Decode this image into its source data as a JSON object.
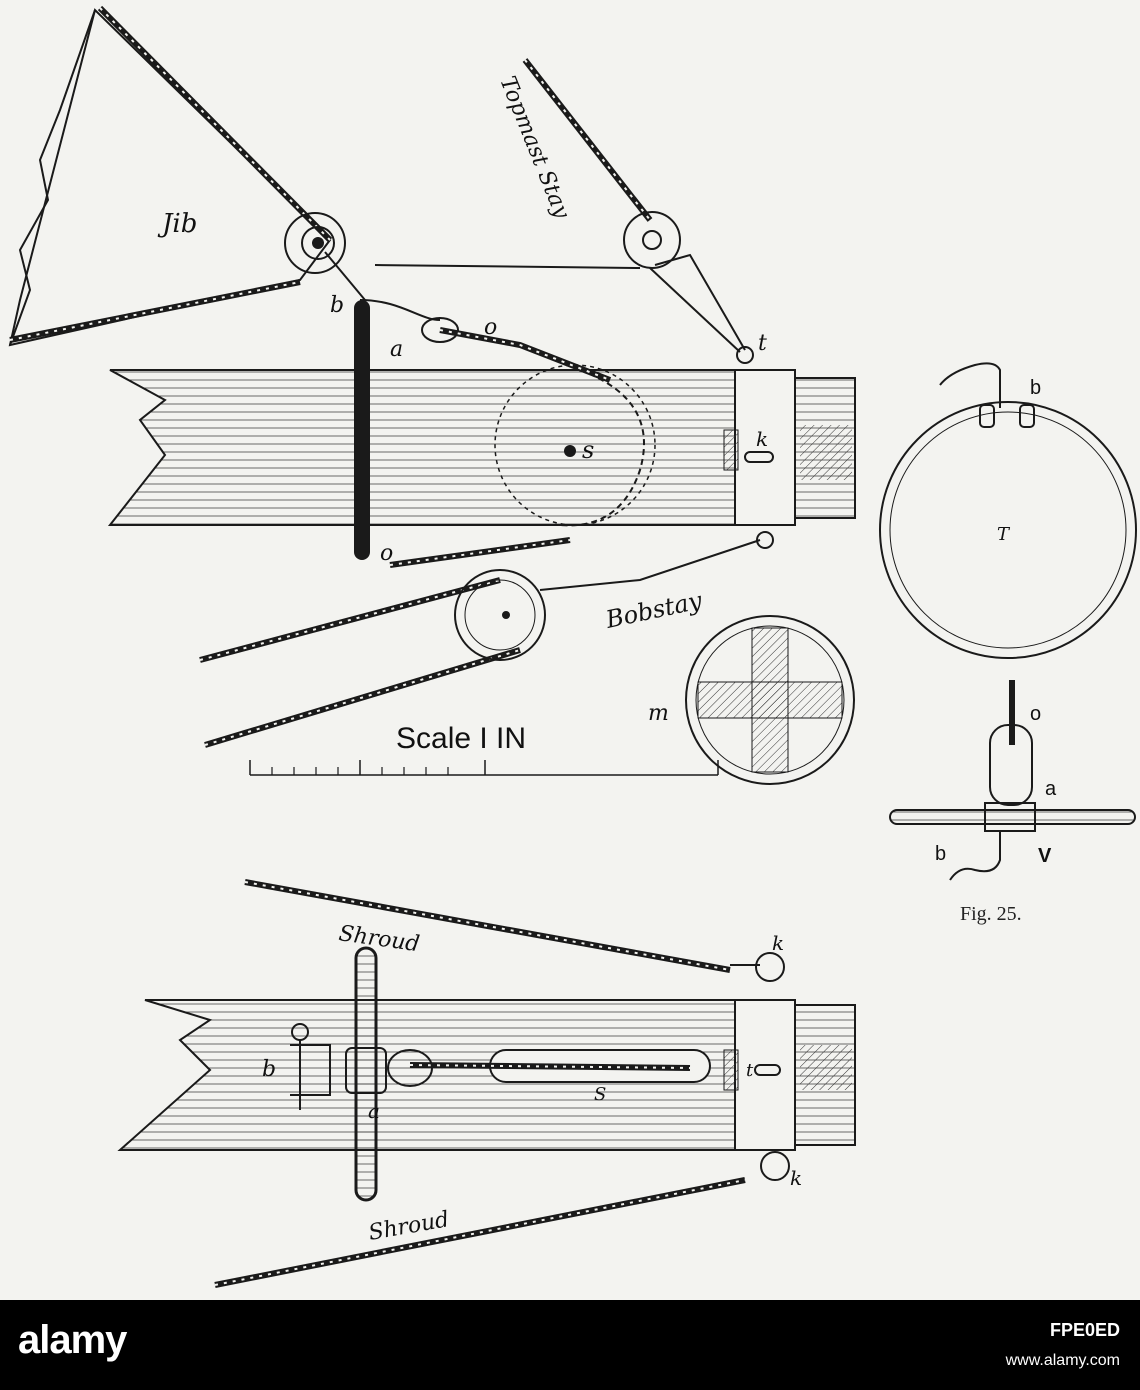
{
  "labels": {
    "jib": "Jib",
    "topmast_stay": "Topmast Stay",
    "bobstay": "Bobstay",
    "shroud_top": "Shroud",
    "shroud_bottom": "Shroud",
    "scale": "Scale  I IN",
    "fig": "Fig. 25.",
    "b_top": "b",
    "a_top": "a",
    "o_top": "o",
    "o_bottom": "o",
    "s_top": "s",
    "k_top": "k",
    "t_top": "t",
    "m": "m",
    "T": "T",
    "b_ring": "b",
    "o_detail": "o",
    "a_detail": "a",
    "b_detail": "b",
    "V": "V",
    "k_lower_top": "k",
    "k_lower_bottom": "k",
    "b_lower": "b",
    "a_lower": "a",
    "s_lower": "S",
    "t_lower": "t"
  },
  "footer": {
    "brand": "alamy",
    "image_id": "FPE0ED",
    "url": "www.alamy.com"
  }
}
